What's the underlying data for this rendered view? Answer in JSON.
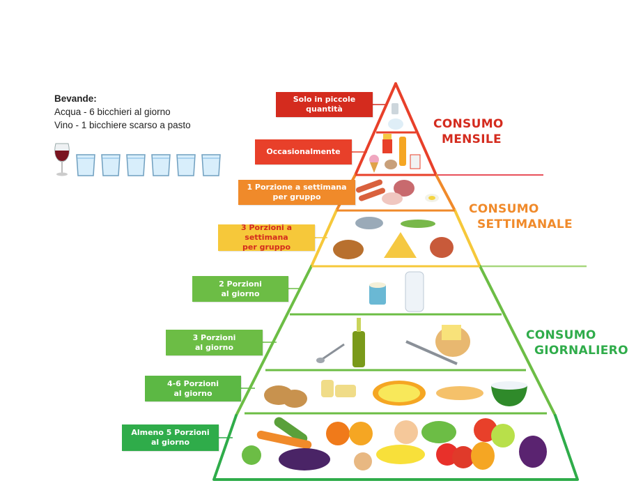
{
  "drinks": {
    "heading": "Bevande:",
    "water": "Acqua - 6 bicchieri al giorno",
    "wine": "Vino - 1 bicchiere scarso a pasto",
    "icons": [
      "wine-glass-icon",
      "water-glass-icon",
      "water-glass-icon",
      "water-glass-icon",
      "water-glass-icon",
      "water-glass-icon",
      "water-glass-icon"
    ]
  },
  "zones": {
    "monthly": {
      "line1": "CONSUMO",
      "line2": "MENSILE",
      "color": "#d42b1e"
    },
    "weekly": {
      "line1": "CONSUMO",
      "line2": "SETTIMANALE",
      "color": "#f08a2a"
    },
    "daily": {
      "line1": "CONSUMO",
      "line2": "GIORNALIERO",
      "color": "#2fac4a"
    }
  },
  "levels": [
    {
      "label1": "Solo in piccole",
      "label2": "quantità",
      "bg": "#d42b1e",
      "fg": "#ffffff",
      "foods": [
        "salt",
        "sugar"
      ]
    },
    {
      "label1": "Occasionalmente",
      "label2": "",
      "bg": "#e8402a",
      "fg": "#ffffff",
      "foods": [
        "ice-cream",
        "fries",
        "cupcake",
        "soda",
        "drink-cup"
      ]
    },
    {
      "label1": "1 Porzione a settimana",
      "label2": "per gruppo",
      "bg": "#f08a2a",
      "fg": "#ffffff",
      "foods": [
        "sausages",
        "cold-cuts",
        "egg"
      ]
    },
    {
      "label1": "3 Porzioni a settimana",
      "label2": "per gruppo",
      "bg": "#f6c83a",
      "fg": "#d42b1e",
      "foods": [
        "fish",
        "peas",
        "chicken",
        "cheese",
        "meat"
      ]
    },
    {
      "label1": "2 Porzioni",
      "label2": "al giorno",
      "bg": "#6cbd45",
      "fg": "#ffffff",
      "foods": [
        "yogurt",
        "milk"
      ]
    },
    {
      "label1": "3 Porzioni",
      "label2": "al giorno",
      "bg": "#6cbd45",
      "fg": "#ffffff",
      "foods": [
        "spoon",
        "olive-oil",
        "knife-butter",
        "butter"
      ]
    },
    {
      "label1": "4-6 Porzioni",
      "label2": "al giorno",
      "bg": "#5cb844",
      "fg": "#ffffff",
      "foods": [
        "potatoes",
        "pasta",
        "pizza",
        "bread",
        "rice"
      ]
    },
    {
      "label1": "Almeno 5 Porzioni",
      "label2": "al giorno",
      "bg": "#2fac4a",
      "fg": "#ffffff",
      "foods": [
        "broccoli",
        "carrot",
        "cucumber",
        "eggplant",
        "orange",
        "onion",
        "pear",
        "banana",
        "lettuce",
        "tomato",
        "apple",
        "pepper",
        "grapes"
      ]
    }
  ]
}
